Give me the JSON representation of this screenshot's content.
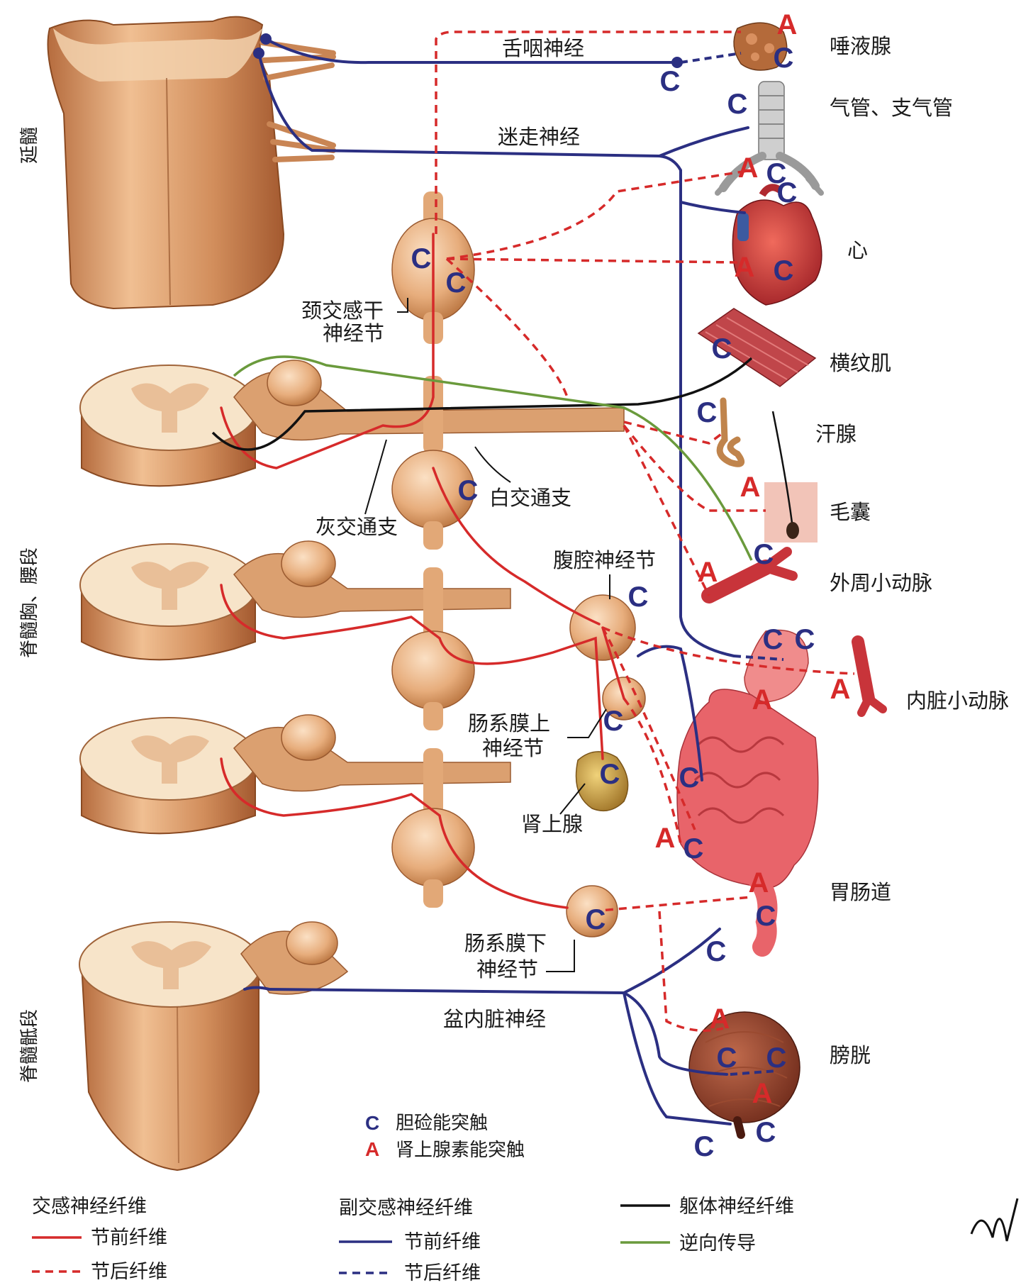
{
  "colors": {
    "sympathetic": "#d62a2a",
    "parasympathetic": "#2b2f82",
    "somatic": "#111111",
    "antidromic": "#6a9a3c",
    "tissue": "#d99a6a",
    "organ_red": "#c8343a",
    "gut_pink": "#e8646a"
  },
  "regions": {
    "medulla": "延髓",
    "thoracolumbar": "脊髓胸、腰段",
    "sacral": "脊髓骶段"
  },
  "nerves": {
    "glossopharyngeal": "舌咽神经",
    "vagus": "迷走神经",
    "pelvic_splanchnic": "盆内脏神经"
  },
  "ganglia": {
    "cervical_line1": "颈交感干",
    "cervical_line2": "神经节",
    "white_ramus": "白交通支",
    "gray_ramus": "灰交通支",
    "celiac": "腹腔神经节",
    "sup_mesenteric_line1": "肠系膜上",
    "sup_mesenteric_line2": "神经节",
    "inf_mesenteric_line1": "肠系膜下",
    "inf_mesenteric_line2": "神经节",
    "adrenal": "肾上腺"
  },
  "organs": {
    "salivary": "唾液腺",
    "trachea": "气管、支气管",
    "heart": "心",
    "skeletal_muscle": "横纹肌",
    "sweat_gland": "汗腺",
    "hair_follicle": "毛囊",
    "peripheral_arteriole": "外周小动脉",
    "visceral_arteriole": "内脏小动脉",
    "gi_tract": "胃肠道",
    "bladder": "膀胱"
  },
  "synapse_key": {
    "c_symbol": "C",
    "c_label": "胆硷能突触",
    "a_symbol": "A",
    "a_label": "肾上腺素能突触"
  },
  "legend": {
    "sympathetic_title": "交感神经纤维",
    "parasympathetic_title": "副交感神经纤维",
    "preganglionic": "节前纤维",
    "postganglionic": "节后纤维",
    "somatic": "躯体神经纤维",
    "antidromic": "逆向传导"
  }
}
